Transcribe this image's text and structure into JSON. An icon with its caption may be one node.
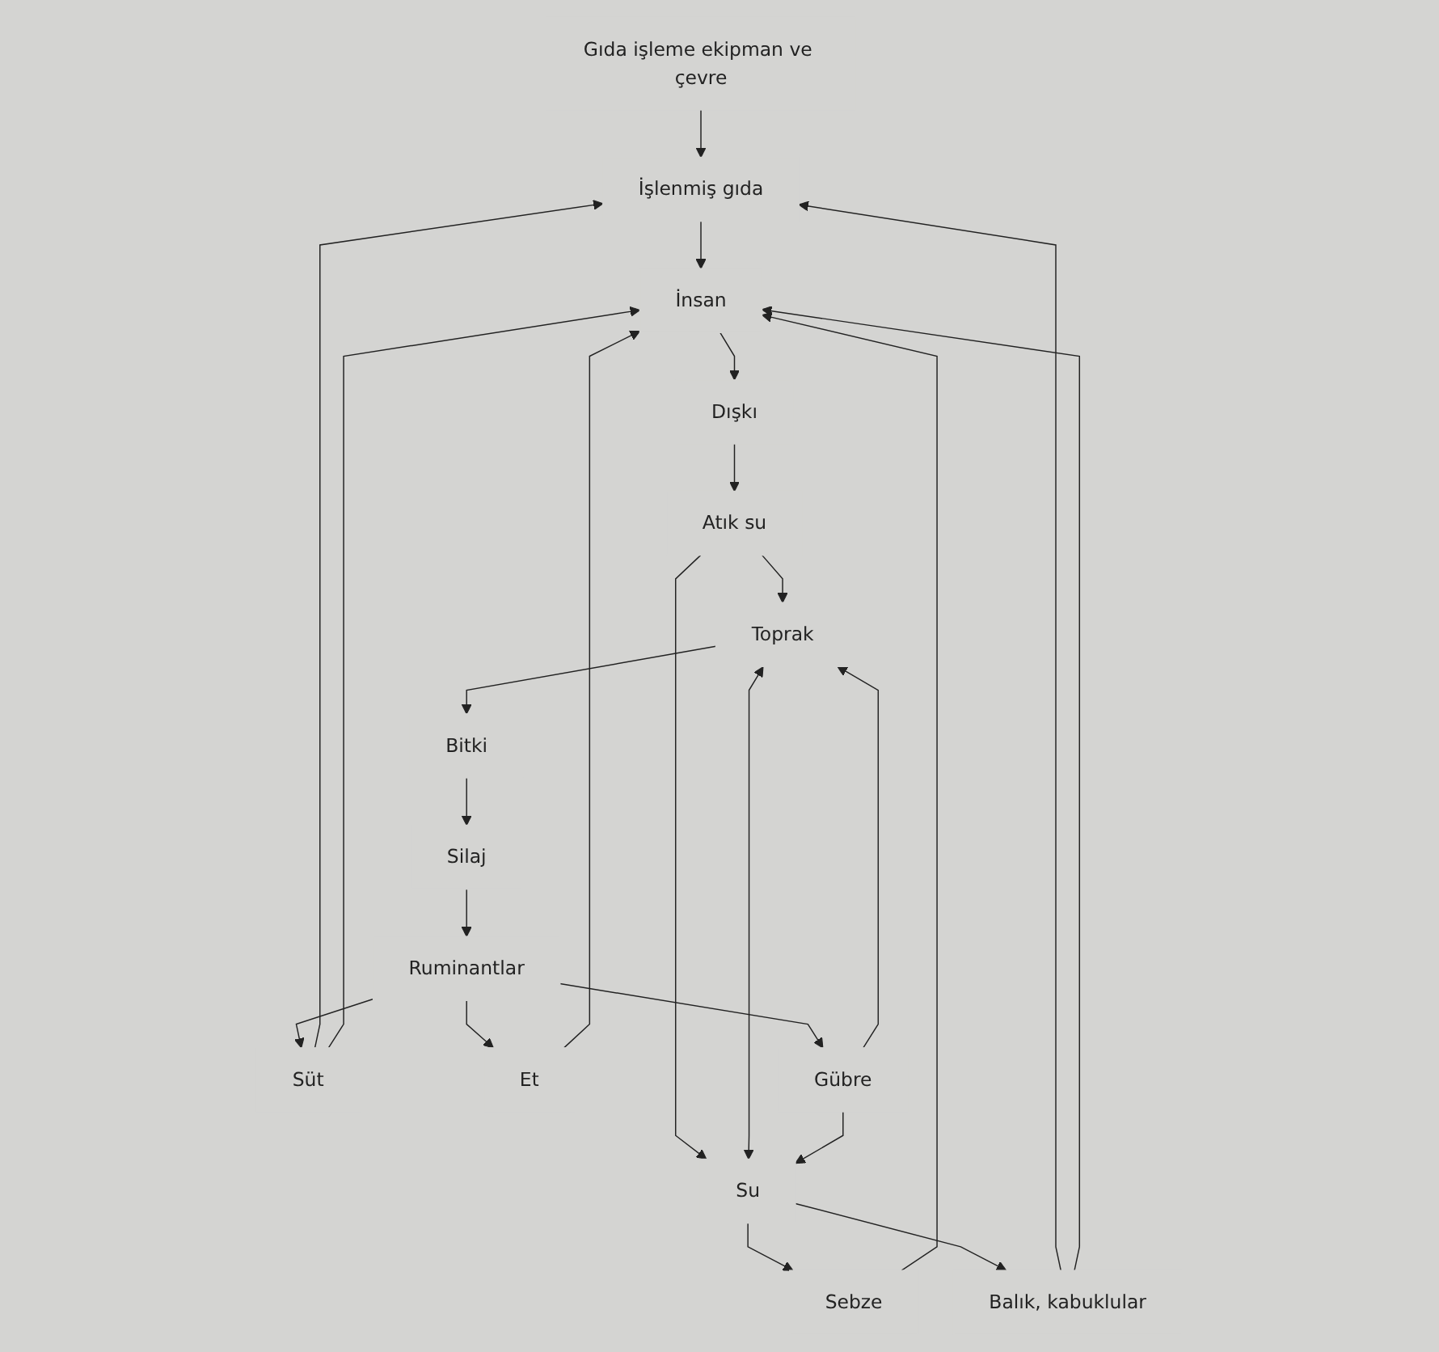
{
  "diagram": {
    "nodes": [
      {
        "text": [
          "Gıda işleme ekipman ve çevre"
        ]
      },
      {
        "text": [
          "Süt"
        ]
      },
      {
        "text": [
          "Et"
        ]
      },
      {
        "text": [
          "İşlenmiş gıda"
        ]
      },
      {
        "text": [
          "Ruminantlar"
        ]
      },
      {
        "text": [
          "Sebze"
        ]
      },
      {
        "text": [
          "İnsan"
        ]
      },
      {
        "text": [
          "Gübre"
        ]
      },
      {
        "text": [
          "Silaj"
        ]
      },
      {
        "text": [
          "Dışkı"
        ]
      },
      {
        "text": [
          "Balık, kabuklular"
        ]
      },
      {
        "text": [
          "Bitki"
        ]
      },
      {
        "text": [
          "Atık su"
        ]
      },
      {
        "text": [
          "Toprak"
        ]
      },
      {
        "text": [
          "Su"
        ]
      }
    ],
    "edges": [
      {
        "from": 0,
        "to": 3,
        "arrow": "to"
      },
      {
        "from": 1,
        "to": 3,
        "arrow": "to"
      },
      {
        "from": 1,
        "to": 6,
        "arrow": "to"
      },
      {
        "from": 2,
        "to": 6,
        "arrow": "to"
      },
      {
        "from": 3,
        "to": 6,
        "arrow": "to"
      },
      {
        "from": 5,
        "to": 6,
        "arrow": "to"
      },
      {
        "from": 10,
        "to": 3,
        "arrow": "to"
      },
      {
        "from": 10,
        "to": 6,
        "arrow": "to"
      },
      {
        "from": 6,
        "to": 9,
        "arrow": "to"
      },
      {
        "from": 9,
        "to": 12,
        "arrow": "to"
      },
      {
        "from": 12,
        "to": 13,
        "arrow": "to"
      },
      {
        "from": 12,
        "to": 14,
        "arrow": "to"
      },
      {
        "from": 13,
        "to": 14,
        "arrow": "both"
      },
      {
        "from": 4,
        "to": 2,
        "arrow": "to"
      },
      {
        "from": 4,
        "to": 1,
        "arrow": "to"
      },
      {
        "from": 4,
        "to": 7,
        "arrow": "to"
      },
      {
        "from": 8,
        "to": 4,
        "arrow": "to"
      },
      {
        "from": 11,
        "to": 8,
        "arrow": "to"
      },
      {
        "from": 13,
        "to": 11,
        "arrow": "to"
      },
      {
        "from": 7,
        "to": 14,
        "arrow": "to"
      },
      {
        "from": 7,
        "to": 13,
        "arrow": "to"
      },
      {
        "from": 14,
        "to": 5,
        "arrow": "to"
      },
      {
        "from": 14,
        "to": 10,
        "arrow": "to"
      }
    ]
  }
}
